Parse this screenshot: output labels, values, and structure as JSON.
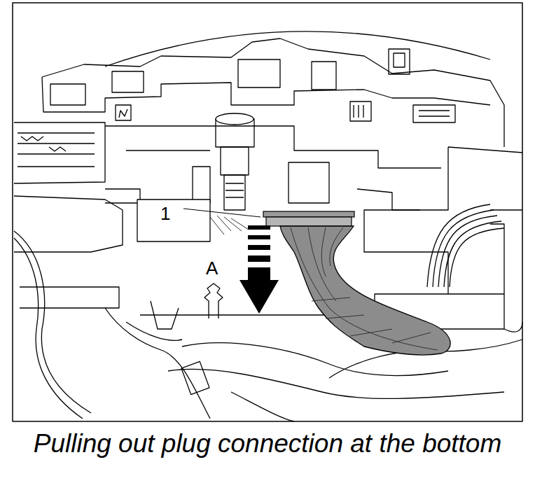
{
  "diagram": {
    "caption": "Pulling out plug connection at the bottom",
    "labels": [
      "1",
      "A"
    ]
  }
}
